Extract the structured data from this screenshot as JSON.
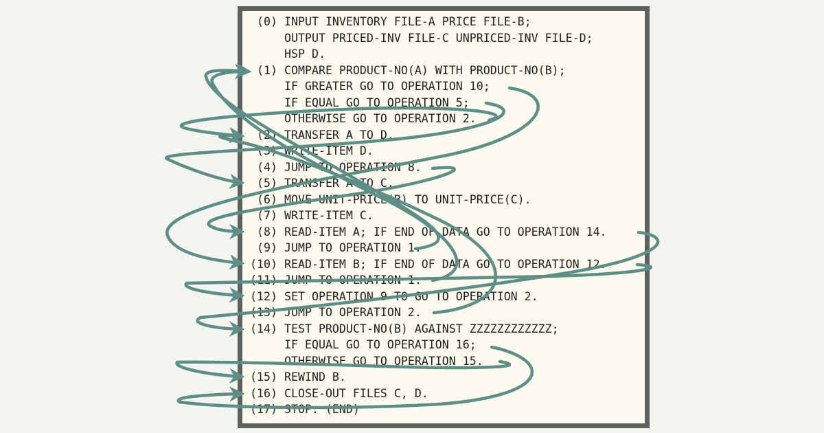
{
  "program": {
    "lines": [
      {
        "num": "(0)",
        "text": "INPUT INVENTORY FILE-A PRICE FILE-B;"
      },
      {
        "num": "",
        "text": "OUTPUT PRICED-INV FILE-C UNPRICED-INV FILE-D;"
      },
      {
        "num": "",
        "text": "HSP D."
      },
      {
        "num": "(1)",
        "text": "COMPARE PRODUCT-NO(A) WITH PRODUCT-NO(B);"
      },
      {
        "num": "",
        "text": "IF GREATER GO TO OPERATION 10;"
      },
      {
        "num": "",
        "text": "IF EQUAL GO TO OPERATION 5;"
      },
      {
        "num": "",
        "text": "OTHERWISE GO TO OPERATION 2."
      },
      {
        "num": "(2)",
        "text": "TRANSFER A TO D."
      },
      {
        "num": "(3)",
        "text": "WRITE-ITEM D."
      },
      {
        "num": "(4)",
        "text": "JUMP TO OPERATION 8."
      },
      {
        "num": "(5)",
        "text": "TRANSFER A TO C."
      },
      {
        "num": "(6)",
        "text": "MOVE UNIT-PRICE(B) TO UNIT-PRICE(C)."
      },
      {
        "num": "(7)",
        "text": "WRITE-ITEM C."
      },
      {
        "num": "(8)",
        "text": "READ-ITEM A; IF END OF DATA GO TO OPERATION 14."
      },
      {
        "num": "(9)",
        "text": "JUMP TO OPERATION 1."
      },
      {
        "num": "(10)",
        "text": "READ-ITEM B; IF END OF DATA GO TO OPERATION 12."
      },
      {
        "num": "(11)",
        "text": "JUMP TO OPERATION 1."
      },
      {
        "num": "(12)",
        "text": "SET OPERATION 9 TO GO TO OPERATION 2."
      },
      {
        "num": "(13)",
        "text": "JUMP TO OPERATION 2."
      },
      {
        "num": "(14)",
        "text": "TEST PRODUCT-NO(B) AGAINST ZZZZZZZZZZZZ;"
      },
      {
        "num": "",
        "text": "IF EQUAL GO TO OPERATION 16;"
      },
      {
        "num": "",
        "text": "OTHERWISE GO TO OPERATION 15."
      },
      {
        "num": "(15)",
        "text": "REWIND B."
      },
      {
        "num": "(16)",
        "text": "CLOSE-OUT FILES C, D."
      },
      {
        "num": "(17)",
        "text": "STOP. (END)"
      }
    ]
  },
  "colors": {
    "arrow": "#5d8f86",
    "panel_border": "#5e625d",
    "panel_background": "#fdfbef",
    "text": "#1f1f1f"
  }
}
